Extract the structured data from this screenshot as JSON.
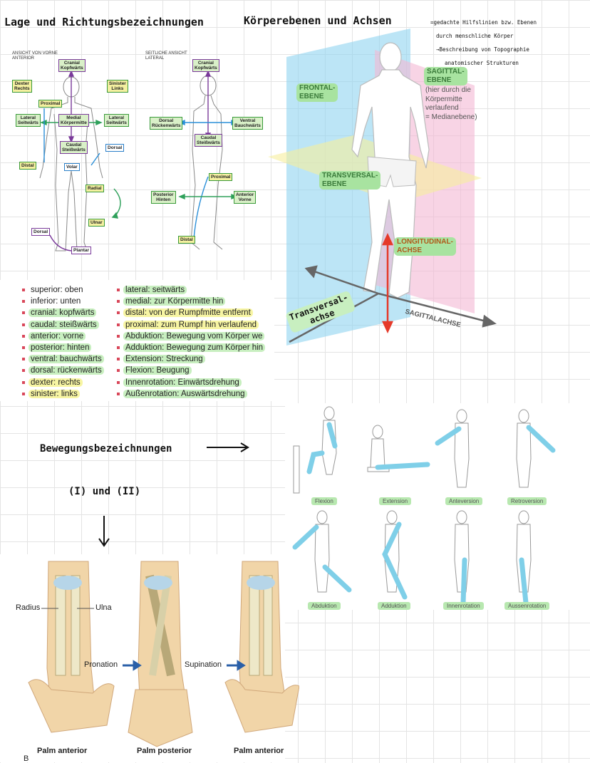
{
  "header": {
    "title_left": "Lage und Richtungsbezeichnungen",
    "title_right": "Körperebenen und Achsen",
    "note_line1": "=gedachte Hilfslinien bzw. Ebenen",
    "note_line2": "durch menschliche Körper",
    "note_line3": "→Beschreibung von Topographie",
    "note_line4": "anatomischer Strukturen"
  },
  "front_view": {
    "heading1": "ANSICHT VON VORNE",
    "heading2": "ANTERIOR",
    "labels": {
      "cranial": "Cranial\nKopfwärts",
      "dexter": "Dexter\nRechts",
      "sinister": "Sinister\nLinks",
      "proximal": "Proximal",
      "lateral_l": "Lateral\nSeitwärts",
      "medial": "Medial\nKörpermitte",
      "lateral_r": "Lateral\nSeitwärts",
      "caudal": "Caudal\nSteißwärts",
      "dorsal_arm": "Dorsal",
      "distal": "Distal",
      "volar": "Volar",
      "radial": "Radial",
      "ulnar": "Ulnar",
      "dorsal_foot": "Dorsal",
      "plantar": "Plantar"
    }
  },
  "side_view": {
    "heading1": "SEITLICHE ANSICHT",
    "heading2": "LATERAL",
    "labels": {
      "cranial": "Cranial\nKopfwärts",
      "dorsal": "Dorsal\nRückenwärts",
      "ventral": "Ventral\nBauchwärts",
      "caudal": "Caudal\nSteißwärts",
      "proximal": "Proximal",
      "posterior": "Posterior\nHinten",
      "anterior": "Anterior\nVorne",
      "distal": "Distal"
    }
  },
  "terms_left": [
    {
      "text": "superior: oben",
      "hl": ""
    },
    {
      "text": "inferior: unten",
      "hl": ""
    },
    {
      "text": "cranial: kopfwärts",
      "hl": "g"
    },
    {
      "text": "caudal: steißwärts",
      "hl": "g"
    },
    {
      "text": "anterior: vorne",
      "hl": "g"
    },
    {
      "text": "posterior: hinten",
      "hl": "g"
    },
    {
      "text": "ventral: bauchwärts",
      "hl": "g"
    },
    {
      "text": "dorsal: rückenwärts",
      "hl": "g"
    },
    {
      "text": "dexter: rechts",
      "hl": "y"
    },
    {
      "text": "sinister: links",
      "hl": "y"
    }
  ],
  "terms_right": [
    {
      "text": "lateral: seitwärts",
      "hl": "g"
    },
    {
      "text": "medial: zur Körpermitte hin",
      "hl": "g"
    },
    {
      "text": "distal: von der Rumpfmitte entfernt",
      "hl": "y"
    },
    {
      "text": "proximal: zum Rumpf hin verlaufend",
      "hl": "y"
    },
    {
      "text": "Abduktion: Bewegung vom Körper we",
      "hl": "g"
    },
    {
      "text": "Adduktion: Bewegung zum Körper hin",
      "hl": "g"
    },
    {
      "text": "Extension: Streckung",
      "hl": "g"
    },
    {
      "text": "Flexion: Beugung",
      "hl": "g"
    },
    {
      "text": "Innenrotation: Einwärtsdrehung",
      "hl": "g"
    },
    {
      "text": "Außenrotation: Auswärtsdrehung",
      "hl": "g"
    }
  ],
  "planes": {
    "frontal1": "FRONTAL-",
    "frontal2": "EBENE",
    "sagittal1": "SAGITTAL-",
    "sagittal2": "EBENE",
    "sagittal_note1": "(hier durch die",
    "sagittal_note2": "Körpermitte",
    "sagittal_note3": "verlaufend",
    "sagittal_note4": "= Medianebene)",
    "transversal1": "TRANSVERSAL-",
    "transversal2": "EBENE",
    "longitudinal1": "LONGITUDINAL-",
    "longitudinal2": "ACHSE",
    "sagittal_axis": "SAGITTALACHSE",
    "transversal_axis1": "Transversal-",
    "transversal_axis2": "achse",
    "colors": {
      "blue": "#8fd3f0",
      "pink": "#f3b7d3",
      "yellow": "#f6ef9c",
      "red": "#e53a2a"
    }
  },
  "movements": {
    "heading": "Bewegungsbezeichnungen",
    "sub": "(I) und (II)",
    "labels": [
      "Flexion",
      "Extension",
      "Anteversion",
      "Retroversion",
      "Abduktion",
      "Adduktion",
      "Innenrotation",
      "Aussenrotation"
    ],
    "limb_color": "#7fcfe8"
  },
  "forearm": {
    "radius": "Radius",
    "ulna": "Ulna",
    "pronation": "Pronation",
    "supination": "Supination",
    "captions": [
      "Palm anterior",
      "Palm posterior",
      "Palm anterior"
    ],
    "corner": "B"
  }
}
